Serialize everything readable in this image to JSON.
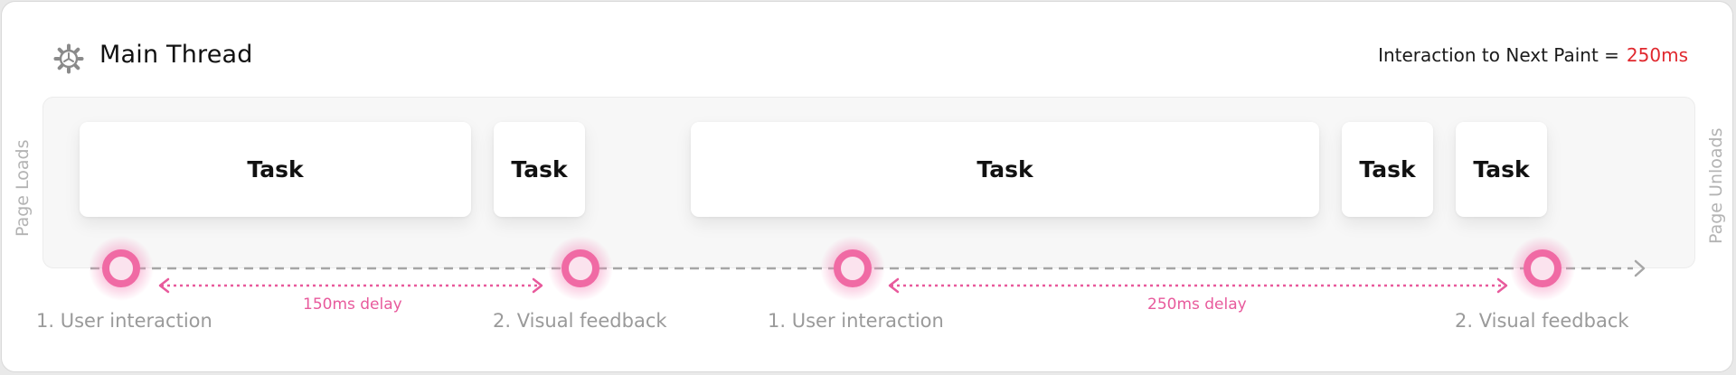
{
  "header": {
    "title": "Main Thread",
    "inp_label": "Interaction to Next Paint =",
    "inp_value": "250ms",
    "inp_value_color": "#e0282e",
    "icon": "gear-icon"
  },
  "track": {
    "start_label": "Page Loads",
    "end_label": "Page Unloads",
    "tasks": [
      "Task",
      "Task",
      "Task",
      "Task",
      "Task"
    ]
  },
  "interactions": [
    {
      "start_label": "1. User interaction",
      "end_label": "2. Visual feedback",
      "delay_label": "150ms delay"
    },
    {
      "start_label": "1. User interaction",
      "end_label": "2. Visual feedback",
      "delay_label": "250ms delay"
    }
  ],
  "colors": {
    "marker": "#f06aa4",
    "delay": "#e85a9c",
    "timeline": "#a6a6a6"
  }
}
